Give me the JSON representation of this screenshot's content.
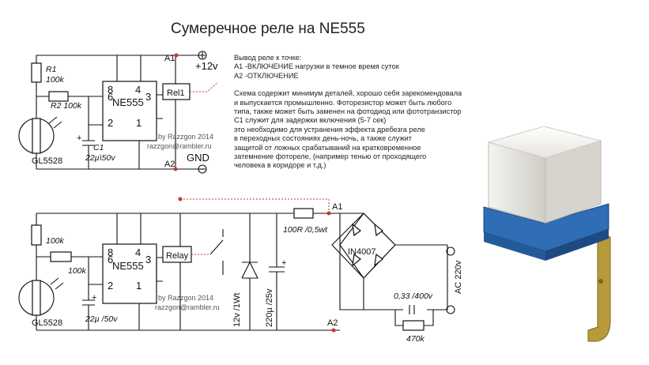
{
  "title": "Сумеречное реле на NE555",
  "description": {
    "lines1": [
      "Вывод реле к точке:",
      "A1 -ВКЛЮЧЕНИЕ нагрузки в темное время суток",
      "A2 -ОТКЛЮЧЕНИЕ"
    ],
    "lines2": [
      "Схема содержит минимум деталей, хорошо себя  зарекомендовала",
      "и выпускается промышленно. Фоторезистор может быть любого",
      "типа, также может быть заменен на фотодиод или фототранзистор",
      "С1 служит для задержки включения (5-7 сек)",
      "это необходимо для устранения эффекта дребезга реле",
      "в переходных состояниях день-ночь, а также служит",
      "защитой от ложных срабатываний на кратковременное",
      "затемнение фотореле, (например тенью от проходящего",
      "человека в коридоре и т.д.)"
    ]
  },
  "diagram1": {
    "r1": "R1",
    "r1_value": "100k",
    "r2": "R2 100k",
    "photoresistor": "GL5528",
    "c1": "C1",
    "c1_value": "22µ\\50v",
    "chip": "NE555",
    "pins": {
      "p8": "8",
      "p4": "4",
      "p6": "6",
      "p3": "3",
      "p2": "2",
      "p1": "1"
    },
    "relay": "Rel1",
    "a1": "A1",
    "a2": "A2",
    "vplus": "+12v",
    "gnd": "GND",
    "credit1": "by Razzgon 2014",
    "credit2": "razzgon@rambler.ru"
  },
  "diagram2": {
    "r1_value": "100k",
    "r2_value": "100k",
    "photoresistor": "GL5528",
    "c_value": "22µ /50v",
    "chip": "NE555",
    "pins": {
      "p8": "8",
      "p4": "4",
      "p6": "6",
      "p3": "3",
      "p2": "2",
      "p1": "1"
    },
    "relay": "Relay",
    "zener": "12v /1Wt",
    "cap2": "220µ /25v",
    "res": "100R /0,5wt",
    "bridge": "IN4007",
    "cap3": "0,33 /400v",
    "res2": "470k",
    "ac": "AC 220v",
    "a1": "A1",
    "a2": "A2",
    "credit1": "by Razzgon 2014",
    "credit2": "razzgon@rambler.ru"
  },
  "colors": {
    "accent": "#c0392b",
    "module_body": "#e8e6e0",
    "module_base": "#2f6db5",
    "bracket": "#b79a3a"
  }
}
